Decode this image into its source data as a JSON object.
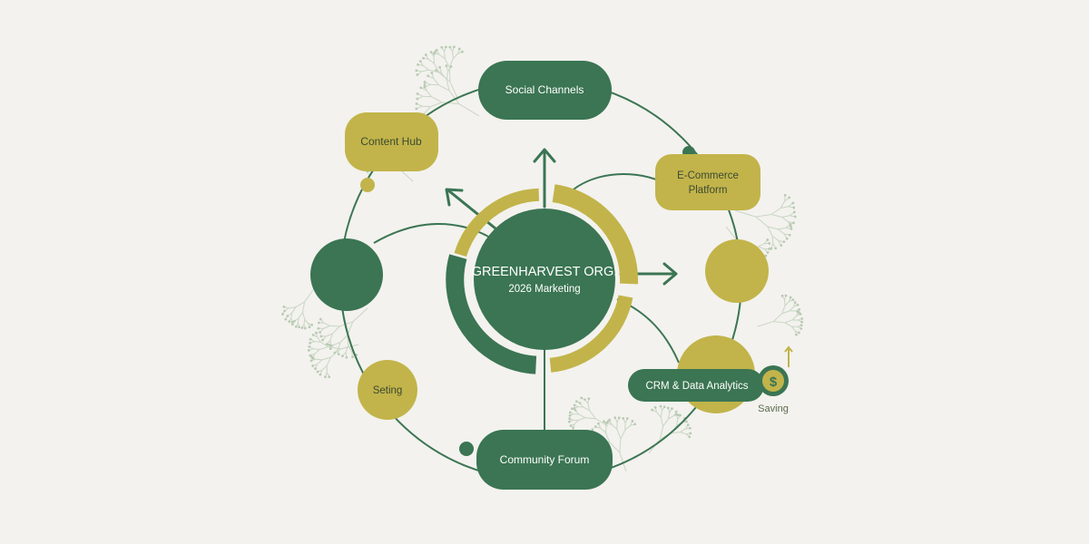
{
  "colors": {
    "background": "#f3f2ee",
    "green": "#3b7553",
    "olive": "#c2b44a",
    "ring": "#3b7553",
    "text_light": "#ffffff",
    "text_dark": "#3b4a32",
    "caption": "#5a6a4e",
    "branch": "#c9d6c4"
  },
  "center": {
    "title": "GREENHARVEST ORG.",
    "subtitle": "2026 Marketing"
  },
  "nodes": {
    "social": "Social Channels",
    "content": "Content Hub",
    "ecommerce_line1": "E-Commerce",
    "ecommerce_line2": "Platform",
    "crm": "CRM & Data Analytics",
    "community": "Community Forum",
    "seting": "Seting"
  },
  "saving": {
    "label": "Saving",
    "icon": "dollar-coin-icon",
    "symbol": "$"
  }
}
